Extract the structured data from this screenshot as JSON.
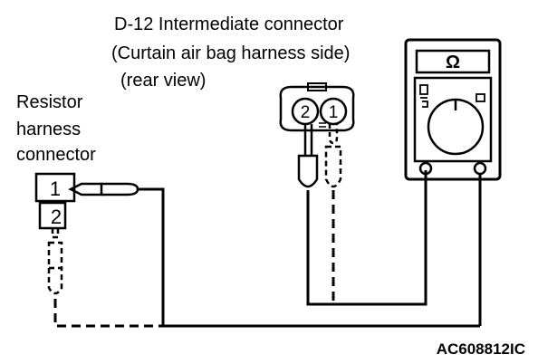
{
  "connector_label": {
    "line1": "D-12 Intermediate connector",
    "line2": "(Curtain air bag harness side)",
    "line3": "(rear view)"
  },
  "resistor_label": {
    "line1": "Resistor",
    "line2": "harness",
    "line3": "connector"
  },
  "resistor_pins": {
    "pin1": "1",
    "pin2": "2"
  },
  "intermediate_pins": {
    "pin1": "1",
    "pin2": "2"
  },
  "meter": {
    "unit_symbol": "Ω"
  },
  "figure_code": "AC608812IC",
  "colors": {
    "line": "#000000",
    "background": "#ffffff",
    "meter_screen": "#ffffff"
  }
}
